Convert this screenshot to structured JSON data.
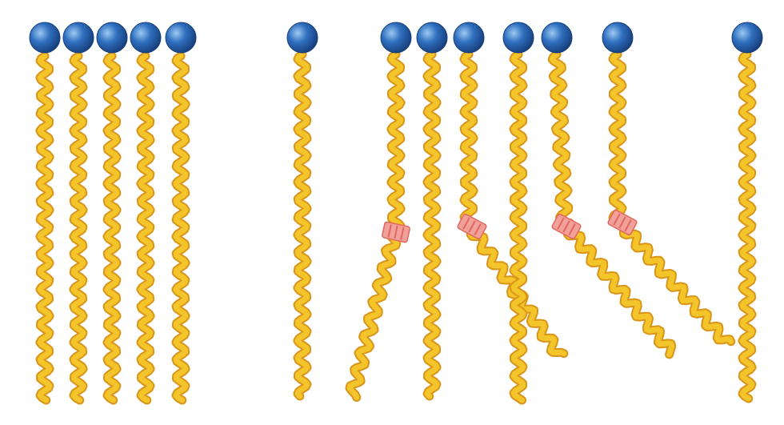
{
  "colors": {
    "background": "#ffffff",
    "head_fill": "#2f6fbf",
    "head_highlight": "#9cc9f0",
    "head_shadow": "#173e7a",
    "tail_fill": "#f3c52b",
    "tail_edge": "#d9941a",
    "kink_fill": "#f2a09a",
    "kink_edge": "#e0675f"
  },
  "diagram": {
    "groups": [
      {
        "name": "saturated-group",
        "lipid_count": 5,
        "kinked": [
          false,
          false,
          false,
          false,
          false
        ]
      },
      {
        "name": "mixed-group",
        "lipid_count": 8,
        "kinked": [
          false,
          true,
          false,
          true,
          false,
          true,
          true,
          false
        ]
      }
    ]
  }
}
